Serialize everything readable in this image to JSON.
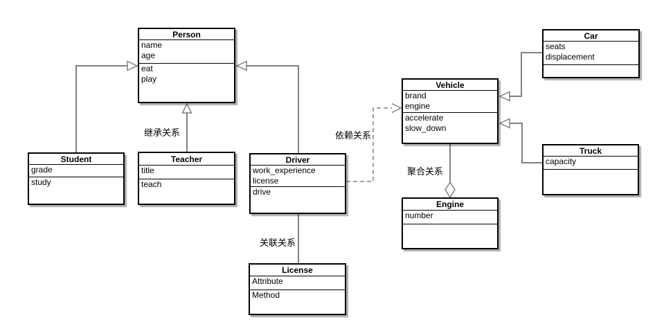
{
  "diagram": {
    "colors": {
      "background": "#ffffff",
      "connector": "#808080",
      "box_border": "#000000",
      "box_fill": "#ffffff"
    },
    "classes": [
      {
        "name": "Person",
        "attributes": [
          "name",
          "age"
        ],
        "methods": [
          "eat",
          "play"
        ]
      },
      {
        "name": "Student",
        "attributes": [
          "grade"
        ],
        "methods": [
          "study"
        ]
      },
      {
        "name": "Teacher",
        "attributes": [
          "title"
        ],
        "methods": [
          "teach"
        ]
      },
      {
        "name": "Driver",
        "attributes": [
          "work_experience",
          "license"
        ],
        "methods": [
          "drive"
        ]
      },
      {
        "name": "License",
        "attributes": [
          "Attribute"
        ],
        "methods": [
          "Method"
        ]
      },
      {
        "name": "Vehicle",
        "attributes": [
          "brand",
          "engine"
        ],
        "methods": [
          "accelerate",
          "slow_down"
        ]
      },
      {
        "name": "Engine",
        "attributes": [
          "number"
        ],
        "methods": []
      },
      {
        "name": "Car",
        "attributes": [
          "seats",
          "displacement"
        ],
        "methods": []
      },
      {
        "name": "Truck",
        "attributes": [
          "capacity"
        ],
        "methods": []
      }
    ],
    "edges": [
      {
        "from": "Student",
        "to": "Person",
        "type": "inheritance",
        "label": ""
      },
      {
        "from": "Teacher",
        "to": "Person",
        "type": "inheritance",
        "label": "继承关系"
      },
      {
        "from": "Driver",
        "to": "Person",
        "type": "inheritance",
        "label": ""
      },
      {
        "from": "Driver",
        "to": "License",
        "type": "association",
        "label": "关联关系"
      },
      {
        "from": "Driver",
        "to": "Vehicle",
        "type": "dependency",
        "label": "依赖关系"
      },
      {
        "from": "Vehicle",
        "to": "Engine",
        "type": "aggregation",
        "label": "聚合关系"
      },
      {
        "from": "Car",
        "to": "Vehicle",
        "type": "inheritance",
        "label": ""
      },
      {
        "from": "Truck",
        "to": "Vehicle",
        "type": "inheritance",
        "label": ""
      }
    ]
  }
}
